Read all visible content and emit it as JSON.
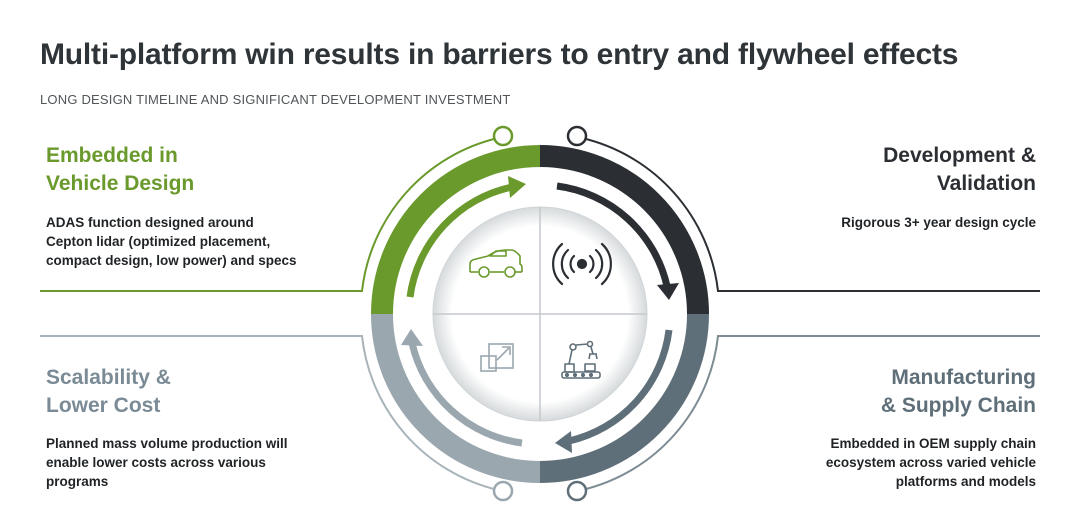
{
  "title": "Multi-platform win results in barriers to entry and flywheel effects",
  "subtitle": "LONG DESIGN TIMELINE AND SIGNIFICANT DEVELOPMENT INVESTMENT",
  "quadrants": {
    "top_left": {
      "heading": [
        "Embedded in",
        "Vehicle Design"
      ],
      "description": [
        "ADAS function designed around",
        "Cepton lidar (optimized placement,",
        "compact design, low power) and specs"
      ],
      "icon": "car-icon"
    },
    "top_right": {
      "heading": [
        "Development &",
        "Validation"
      ],
      "description": [
        "Rigorous 3+ year design cycle"
      ],
      "icon": "signal-waves-icon"
    },
    "bottom_left": {
      "heading": [
        "Scalability &",
        "Lower Cost"
      ],
      "description": [
        "Planned mass volume production will",
        "enable lower costs across various",
        "programs"
      ],
      "icon": "scale-up-icon"
    },
    "bottom_right": {
      "heading": [
        "Manufacturing",
        "& Supply Chain"
      ],
      "description": [
        "Embedded in OEM supply chain",
        "ecosystem across varied vehicle",
        "platforms and models"
      ],
      "icon": "robot-arm-icon"
    }
  },
  "colors": {
    "green": "#6a9a2c",
    "dark": "#2b2f33",
    "slate": "#5f6f79",
    "light_slate": "#9aa7af",
    "line": "#a9b4ba"
  }
}
